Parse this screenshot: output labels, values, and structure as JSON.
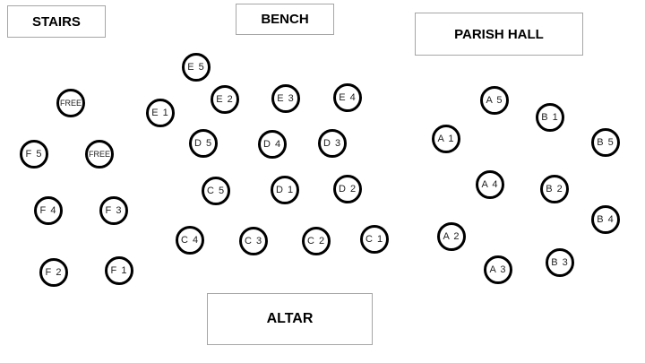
{
  "labels": {
    "stairs": "STAIRS",
    "bench": "BENCH",
    "parish_hall": "PARISH HALL",
    "altar": "ALTAR"
  },
  "seats": {
    "free_top": "FREE",
    "free_mid": "FREE",
    "F5": "F 5",
    "F4": "F 4",
    "F3": "F 3",
    "F2": "F 2",
    "F1": "F 1",
    "E5": "E 5",
    "E1": "E 1",
    "E2": "E 2",
    "E3": "E 3",
    "E4": "E 4",
    "D5": "D 5",
    "D4": "D 4",
    "D3": "D 3",
    "C5": "C 5",
    "D1": "D 1",
    "D2": "D 2",
    "C4": "C 4",
    "C3": "C 3",
    "C2": "C 2",
    "C1": "C 1",
    "A5": "A 5",
    "B1": "B 1",
    "A1": "A 1",
    "B5": "B 5",
    "A4": "A 4",
    "B2": "B 2",
    "B4": "B 4",
    "A2": "A 2",
    "B3": "B 3",
    "A3": "A 3"
  }
}
